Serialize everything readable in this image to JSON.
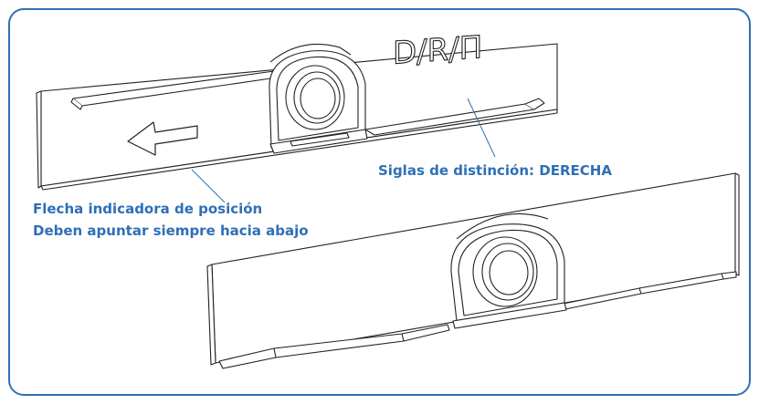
{
  "border_color": "#2e6fb6",
  "label_color": "#2e6fb6",
  "part_top": {
    "engraving": "D/R/Π"
  },
  "callouts": {
    "siglas": "Siglas de distinción: DERECHA",
    "flecha_line1": "Flecha indicadora de posición",
    "flecha_line2": "Deben apuntar siempre hacia abajo"
  }
}
